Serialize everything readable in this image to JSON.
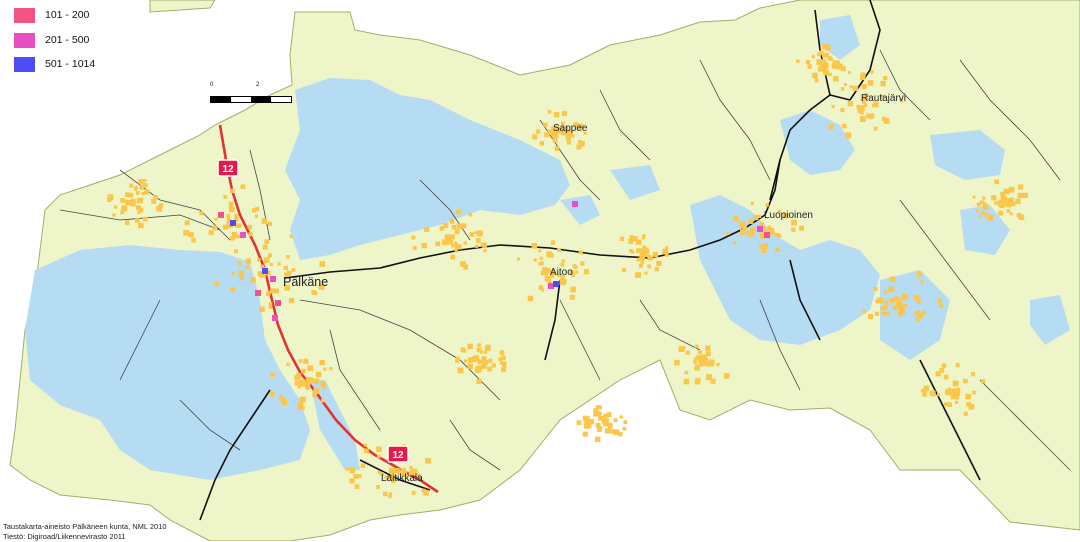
{
  "colors": {
    "land": "#eef6c9",
    "land_border": "#9cb06a",
    "water": "#b5dcf3",
    "settlement_low": "#fcc64a",
    "class_101_200": "#f25583",
    "class_201_500": "#e84fc3",
    "class_501_1014": "#4d4cf7",
    "highway": "#e23232",
    "main_road": "#111111",
    "minor_road": "#444444"
  },
  "legend": {
    "items": [
      {
        "label": "101 - 200",
        "color": "#f25583"
      },
      {
        "label": "201 - 500",
        "color": "#e84fc3"
      },
      {
        "label": "501 - 1014",
        "color": "#4d4cf7"
      }
    ]
  },
  "scale_bar": {
    "tick_start": "0",
    "tick_mid": "2"
  },
  "places": {
    "palkane": "Pälkäne",
    "aitoo": "Aitoo",
    "sappee": "Sappee",
    "luopioinen": "Luopioinen",
    "rautajarvi": "Rautajärvi",
    "laitikkala": "Laitikkala"
  },
  "road_shields": [
    "12",
    "12"
  ],
  "credits": {
    "line1": "Taustakarta-aineisto Pälkäneen kunta, NML 2010",
    "line2": "Tiestö: Digiroad/Liikennevirasto 2011"
  }
}
